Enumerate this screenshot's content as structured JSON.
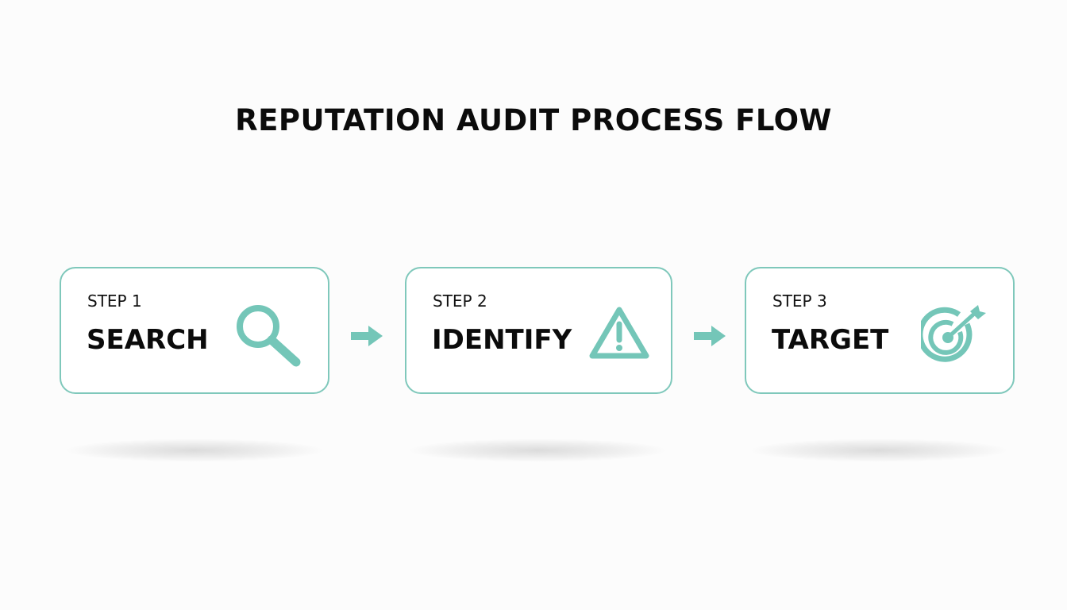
{
  "title": "REPUTATION AUDIT PROCESS FLOW",
  "colors": {
    "accent": "#74c6b8",
    "border": "#7fc8bb",
    "text": "#0b0b0b"
  },
  "steps": [
    {
      "step": "STEP 1",
      "name": "SEARCH",
      "icon": "magnifying-glass-icon"
    },
    {
      "step": "STEP 2",
      "name": "IDENTIFY",
      "icon": "warning-triangle-icon"
    },
    {
      "step": "STEP 3",
      "name": "TARGET",
      "icon": "target-icon"
    }
  ],
  "connectors": [
    "arrow-right-icon",
    "arrow-right-icon"
  ]
}
